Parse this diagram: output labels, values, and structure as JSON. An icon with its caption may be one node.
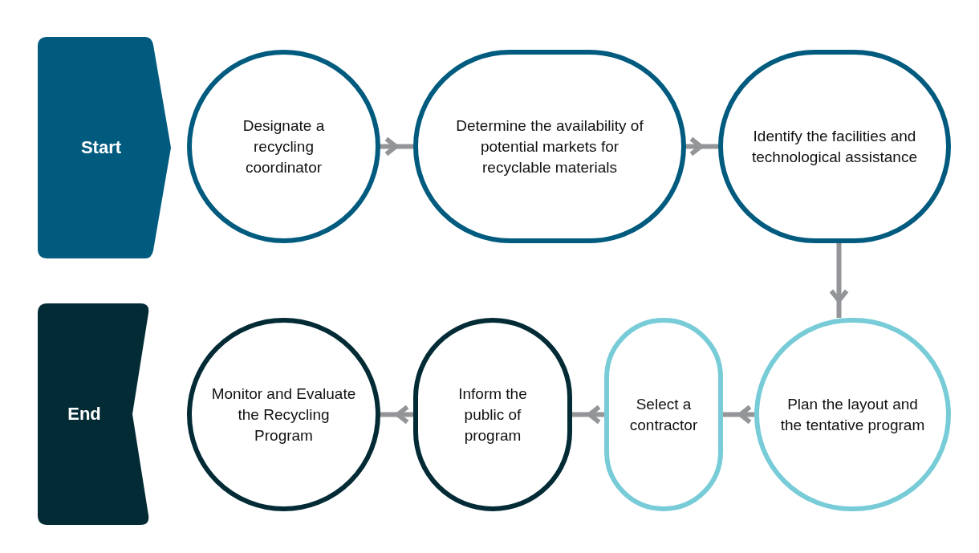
{
  "diagram": {
    "nodes": [
      {
        "text": [
          "Start"
        ]
      },
      {
        "text": [
          "Designate a recycling coordinator"
        ]
      },
      {
        "text": [
          "Determine the availability of potential markets for recyclable materials"
        ]
      },
      {
        "text": [
          "Identify the facilities and technological assistance"
        ]
      },
      {
        "text": [
          "End"
        ]
      },
      {
        "text": [
          "Monitor and Evaluate the Recycling Program"
        ]
      },
      {
        "text": [
          "Inform the public of program"
        ]
      },
      {
        "text": [
          "Select a contractor"
        ]
      },
      {
        "text": [
          "Plan the layout and the tentative program"
        ]
      }
    ],
    "edges": [
      {
        "from": 1,
        "to": 2,
        "arrow": "to"
      },
      {
        "from": 2,
        "to": 3,
        "arrow": "to"
      },
      {
        "from": 3,
        "to": 8,
        "arrow": "to"
      },
      {
        "from": 8,
        "to": 7,
        "arrow": "to"
      },
      {
        "from": 7,
        "to": 6,
        "arrow": "to"
      },
      {
        "from": 6,
        "to": 5,
        "arrow": "to"
      }
    ]
  }
}
